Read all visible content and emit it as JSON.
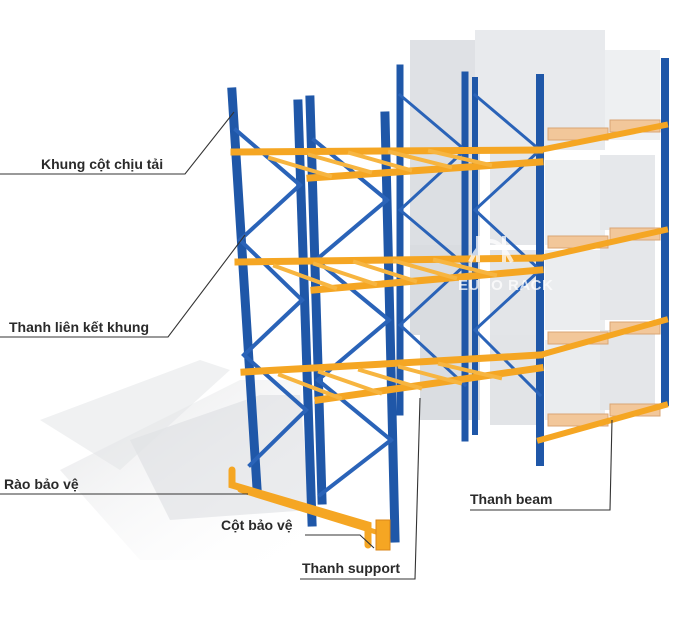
{
  "labels": {
    "upright_frame": "Khung cột chịu tải",
    "frame_bracing": "Thanh liên kết khung",
    "guard_rail": "Rào bảo vệ",
    "column_guard": "Cột bảo vệ",
    "support_bar": "Thanh support",
    "beam": "Thanh beam"
  },
  "watermark": {
    "brand": "EURO RACK"
  },
  "colors": {
    "upright_blue": "#1f57a8",
    "upright_blue_dark": "#163f80",
    "beam_orange": "#f5a623",
    "beam_orange_dark": "#d9861a",
    "pallet_wood": "#f2c79a",
    "pallet_wood_dark": "#d9a574",
    "box_gray": "#e4e6ea",
    "shadow": "#d0d2d6"
  },
  "icons": [
    "logo-icon"
  ]
}
